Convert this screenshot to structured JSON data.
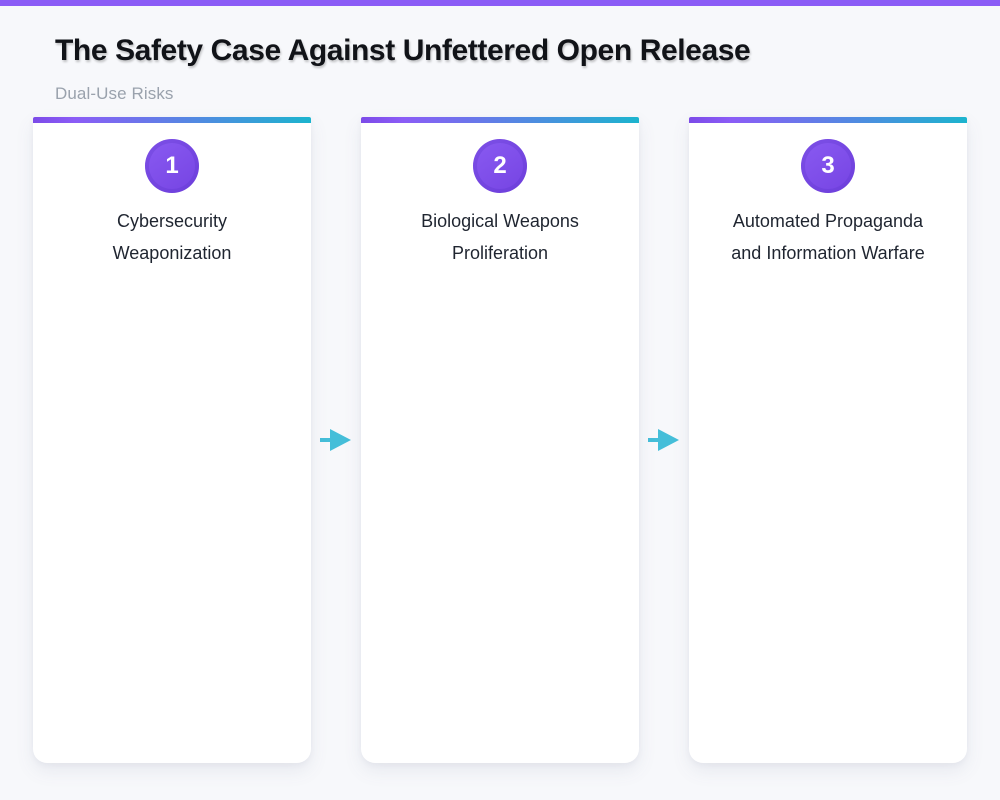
{
  "page": {
    "title": "The Safety Case Against Unfettered Open Release",
    "subtitle": "Dual-Use Risks"
  },
  "colors": {
    "accent_purple": "#8b5cf6",
    "strip_gradient_start": "#7c4be8",
    "strip_gradient_end": "#1cb4ce",
    "circle_purple": "#7c4fe8",
    "arrow_cyan": "#45bed9",
    "background": "#f7f8fb",
    "card_background": "#ffffff",
    "title_color": "#111318",
    "subtitle_color": "#9aa2ad"
  },
  "icons": {
    "arrow": "right-arrow-icon"
  },
  "cards": [
    {
      "number": "1",
      "title_lines": [
        "Cybersecurity",
        "Weaponization"
      ]
    },
    {
      "number": "2",
      "title_lines": [
        "Biological Weapons",
        "Proliferation"
      ]
    },
    {
      "number": "3",
      "title_lines": [
        "Automated Propaganda",
        "and Information Warfare"
      ]
    }
  ]
}
